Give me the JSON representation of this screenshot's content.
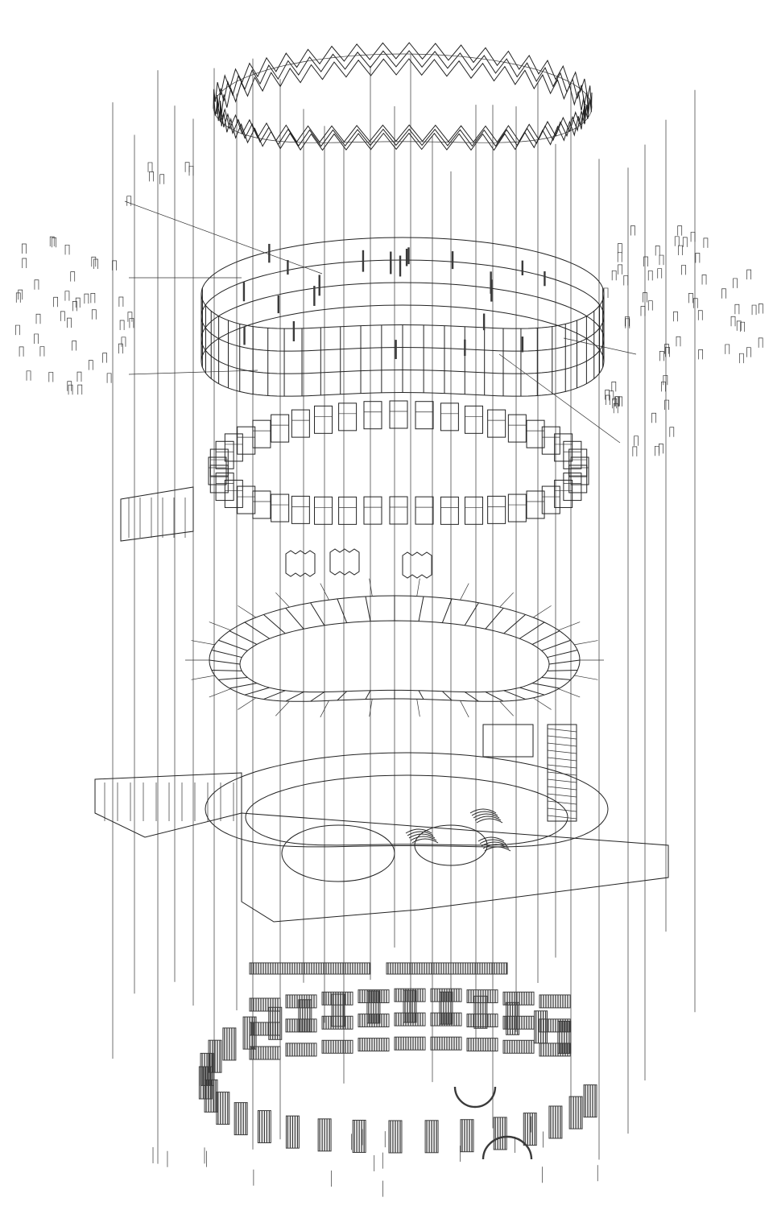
{
  "diagram": {
    "kind": "exploded-axonometric-drawing",
    "colors": {
      "line": "#222222",
      "background": "#ffffff",
      "panel": "#3a3a3a"
    },
    "layers": [
      {
        "id": "roof-zigzag-canopy"
      },
      {
        "id": "upper-ring-facade-frame"
      },
      {
        "id": "window-frame-band"
      },
      {
        "id": "room-module-ring"
      },
      {
        "id": "ground-floor-plan-plinth"
      },
      {
        "id": "lower-facade-panels"
      }
    ]
  }
}
